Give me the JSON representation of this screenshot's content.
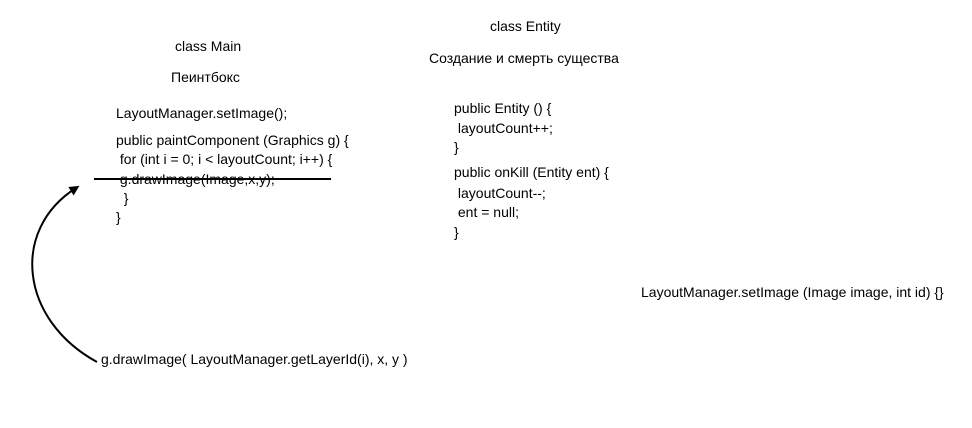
{
  "main_class": {
    "title": "class Main",
    "subtitle": "Пеинтбокс",
    "lines": [
      "LayoutManager.setImage();",
      "public paintComponent (Graphics g) {",
      " for (int i = 0; i < layoutCount; i++) {",
      " g.drawImage(Image,x,y);",
      "  }",
      "}"
    ]
  },
  "entity_class": {
    "title": "class Entity",
    "subtitle": "Создание и смерть существа",
    "lines": [
      "public Entity () {",
      " layoutCount++;",
      "}",
      "public onKill (Entity ent) {",
      " layoutCount--;",
      " ent = null;",
      "}"
    ]
  },
  "layout_manager_signature": "LayoutManager.setImage (Image image, int id) {}",
  "replacement_line": "g.drawImage( LayoutManager.getLayerId(i), x, y )",
  "colors": {
    "text": "#000000",
    "background": "#ffffff",
    "strike": "#000000",
    "arrow": "#000000"
  }
}
